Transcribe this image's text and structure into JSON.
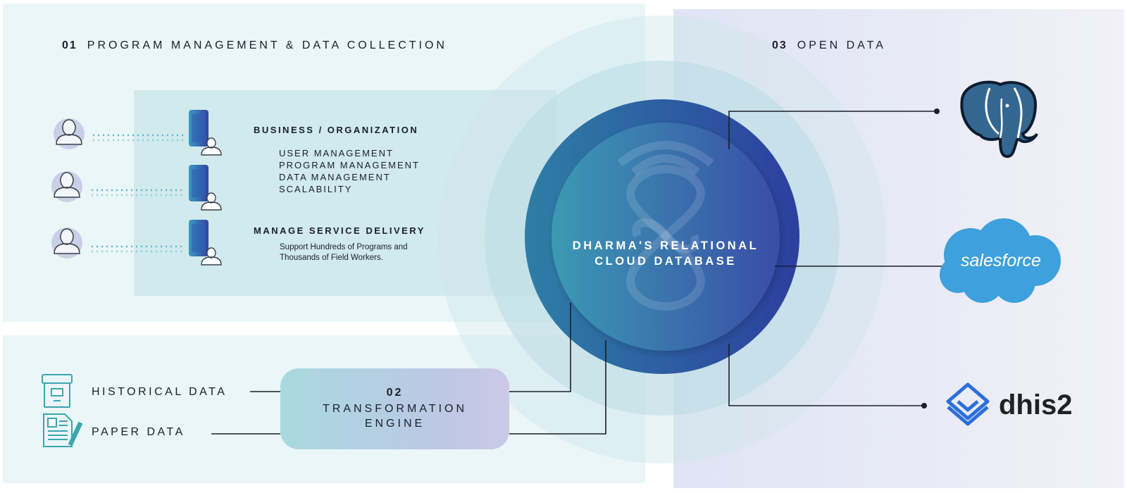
{
  "sections": {
    "program": {
      "number": "01",
      "title": "PROGRAM MANAGEMENT & DATA COLLECTION"
    },
    "open_data": {
      "number": "03",
      "title": "OPEN DATA"
    }
  },
  "business": {
    "heading": "BUSINESS / ORGANIZATION",
    "items": [
      "USER MANAGEMENT",
      "PROGRAM MANAGEMENT",
      "DATA MANAGEMENT",
      "SCALABILITY"
    ]
  },
  "service": {
    "heading": "MANAGE SERVICE DELIVERY",
    "description_line1": "Support Hundreds of Programs and",
    "description_line2": "Thousands of Field Workers."
  },
  "sources": {
    "historical": {
      "label": "HISTORICAL DATA",
      "icon": "archive-box-icon"
    },
    "paper": {
      "label": "PAPER DATA",
      "icon": "paper-document-icon"
    }
  },
  "engine": {
    "number": "02",
    "line1": "TRANSFORMATION",
    "line2": "ENGINE"
  },
  "database": {
    "line1": "DHARMA'S RELATIONAL",
    "line2": "CLOUD DATABASE",
    "logo_icon": "dharma-infinity-logo-icon"
  },
  "integrations": {
    "postgres": {
      "icon": "postgresql-elephant-logo"
    },
    "salesforce": {
      "text": "salesforce",
      "icon": "salesforce-cloud-logo"
    },
    "dhis2": {
      "text": "dhis2",
      "icon": "dhis2-layers-logo"
    }
  },
  "colors": {
    "panel_left": "#ebf6f9",
    "panel_right": "#e8eaf6",
    "db_blue_light": "#3a98b4",
    "db_blue_dark": "#3a4fa8",
    "salesforce_blue": "#3ea0dc",
    "postgres_blue": "#336791",
    "dhis2_blue": "#2b6fd9",
    "dotted_teal": "#5bb8c8"
  }
}
